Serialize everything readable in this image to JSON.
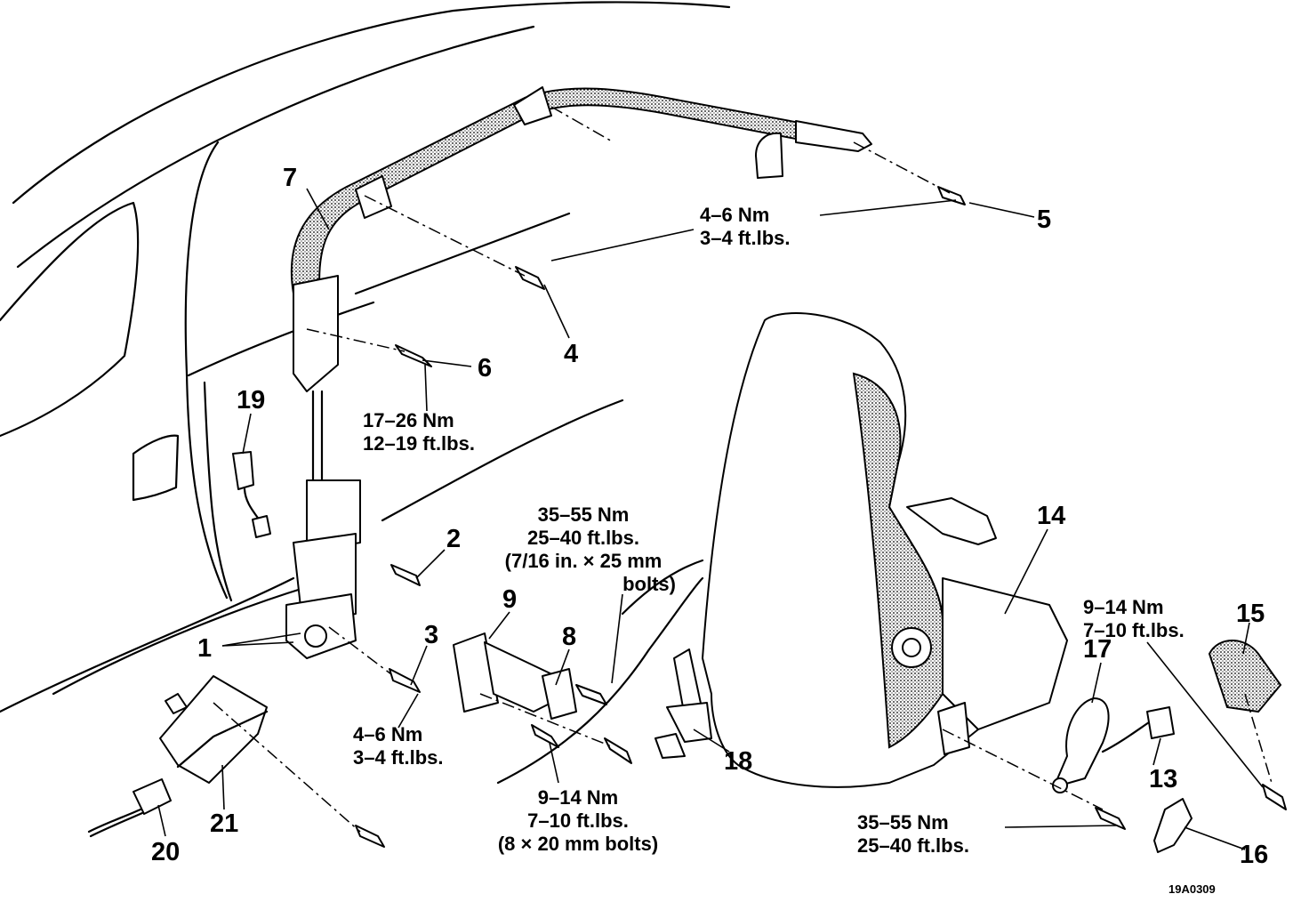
{
  "callouts": {
    "c1": "1",
    "c2": "2",
    "c3": "3",
    "c4": "4",
    "c5": "5",
    "c6": "6",
    "c7": "7",
    "c8": "8",
    "c9": "9",
    "c13": "13",
    "c14": "14",
    "c15": "15",
    "c16": "16",
    "c17": "17",
    "c18": "18",
    "c19": "19",
    "c20": "20",
    "c21": "21"
  },
  "torque_specs": {
    "bolt5": {
      "nm": "4–6 Nm",
      "ftlbs": "3–4 ft.lbs."
    },
    "bolt6": {
      "nm": "17–26 Nm",
      "ftlbs": "12–19 ft.lbs."
    },
    "bolt3": {
      "nm": "4–6 Nm",
      "ftlbs": "3–4 ft.lbs."
    },
    "bolt8_upper": {
      "nm": "35–55 Nm",
      "ftlbs": "25–40 ft.lbs.",
      "size": "(7/16 in. × 25 mm",
      "note": "bolts)"
    },
    "bolt8_lower": {
      "nm": "9–14 Nm",
      "ftlbs": "7–10 ft.lbs.",
      "size": "(8 × 20 mm bolts)"
    },
    "bolt15": {
      "nm": "9–14 Nm",
      "ftlbs": "7–10 ft.lbs."
    },
    "bolt17": {
      "nm": "35–55 Nm",
      "ftlbs": "25–40 ft.lbs."
    }
  },
  "figure_id": "19A0309"
}
